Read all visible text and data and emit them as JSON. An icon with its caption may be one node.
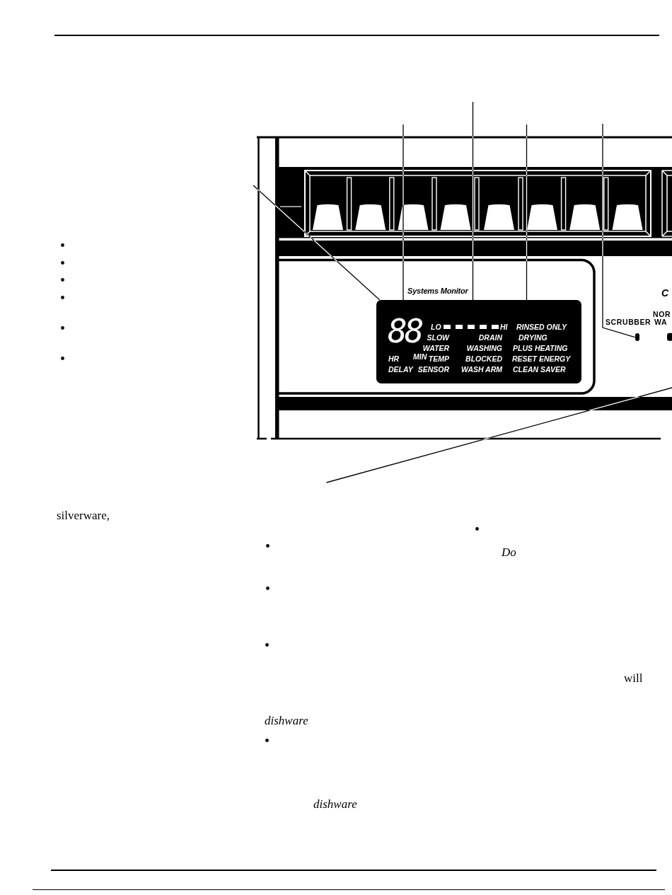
{
  "diagram": {
    "nodes": [
      {
        "text": [
          "88",
          "LO",
          "HI",
          "RINSED ONLY",
          "SLOW",
          "DRAIN",
          "DRYING",
          "WATER",
          "WASHING",
          "PLUS HEATING",
          "HR",
          "MIN",
          "TEMP",
          "BLOCKED",
          "RESET ENERGY",
          "DELAY",
          "SENSOR",
          "WASH ARM",
          "CLEAN SAVER"
        ]
      },
      {
        "text": [],
        "shape": "box"
      }
    ],
    "edges": [
      {
        "from": null,
        "to": 0,
        "arrow": "none"
      },
      {
        "from": null,
        "to": 0,
        "arrow": "none"
      },
      {
        "from": null,
        "to": 0,
        "arrow": "none"
      },
      {
        "from": null,
        "to": 0,
        "arrow": "none"
      },
      {
        "from": null,
        "to": 1,
        "arrow": "none"
      }
    ],
    "labels": [
      "Systems Monitor",
      "C",
      "NOR",
      "SCRUBBER",
      "WA",
      "silverware,",
      "dishware",
      "dishware",
      "Do",
      "will"
    ]
  }
}
